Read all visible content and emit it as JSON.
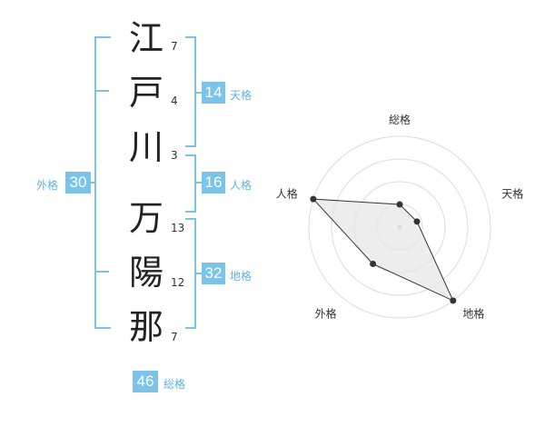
{
  "name": {
    "chars": [
      {
        "char": "江",
        "strokes": "7"
      },
      {
        "char": "戸",
        "strokes": "4"
      },
      {
        "char": "川",
        "strokes": "3"
      },
      {
        "char": "万",
        "strokes": "13"
      },
      {
        "char": "陽",
        "strokes": "12"
      },
      {
        "char": "那",
        "strokes": "7"
      }
    ]
  },
  "fortune": {
    "tenkaku": {
      "value": "14",
      "label": "天格"
    },
    "jinkaku": {
      "value": "16",
      "label": "人格"
    },
    "chikaku": {
      "value": "32",
      "label": "地格"
    },
    "gaikaku": {
      "value": "30",
      "label": "外格"
    },
    "soukaku": {
      "value": "46",
      "label": "総格"
    }
  },
  "colors": {
    "accent": "#7cc3ea",
    "accent_text": "#5fb3e0",
    "polygon_fill": "#e6e6e6"
  },
  "chart_data": {
    "type": "radar",
    "axes": [
      "総格",
      "天格",
      "地格",
      "外格",
      "人格"
    ],
    "values": [
      0.25,
      0.2,
      1.0,
      0.5,
      1.0
    ],
    "range": [
      0,
      1
    ],
    "rings": 4
  }
}
